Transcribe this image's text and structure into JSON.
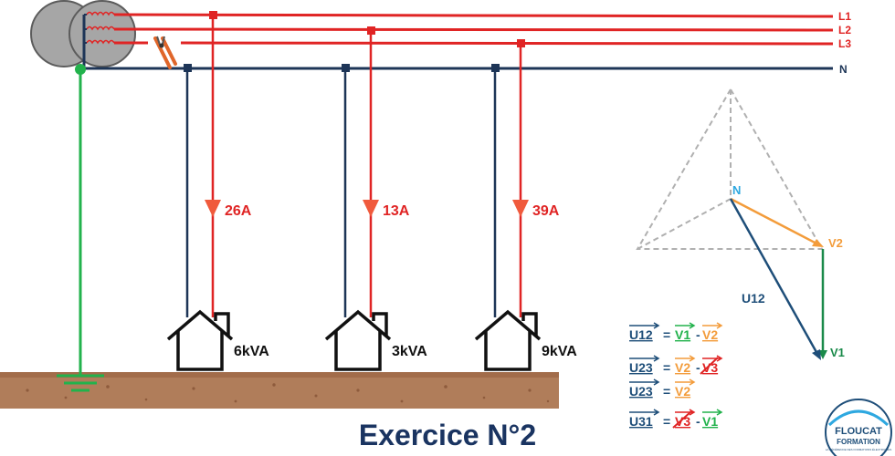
{
  "colors": {
    "phase": "#e02424",
    "neutral": "#1d3557",
    "earth": "#22b24c",
    "vector_ni": "#f39c3b",
    "vector_u": "#1e4e79",
    "vector_v1": "#1a8a4a",
    "triangle_dashed": "#b0b0b0",
    "ground": "#b07d5a",
    "title": "#1a3461",
    "n_label": "#2ea8e0"
  },
  "lines": {
    "l1": "L1",
    "l2": "L2",
    "l3": "L3",
    "n": "N"
  },
  "loads": [
    {
      "current": "26A",
      "power": "6kVA"
    },
    {
      "current": "13A",
      "power": "3kVA"
    },
    {
      "current": "39A",
      "power": "9kVA"
    }
  ],
  "phasor": {
    "n": "N",
    "v2": "V2",
    "v1": "V1",
    "u12": "U12"
  },
  "equations": [
    {
      "lhs": "U12",
      "eq": "=",
      "a": "V1",
      "op": "-",
      "b": "V2"
    },
    {
      "lhs": "U23",
      "eq": "=",
      "a": "V2",
      "op": "-",
      "b": "V3"
    },
    {
      "lhs": "U23",
      "eq": "=",
      "a": "V2"
    },
    {
      "lhs": "U31",
      "eq": "=",
      "a": "V3",
      "op": "-",
      "b": "V1"
    }
  ],
  "title": "Exercice N°2",
  "logo": {
    "line1": "FLOUCAT",
    "line2": "FORMATION",
    "tagline": "LA RÉFÉRENCE DES FORMATIONS ÉLECTRIQUES"
  }
}
